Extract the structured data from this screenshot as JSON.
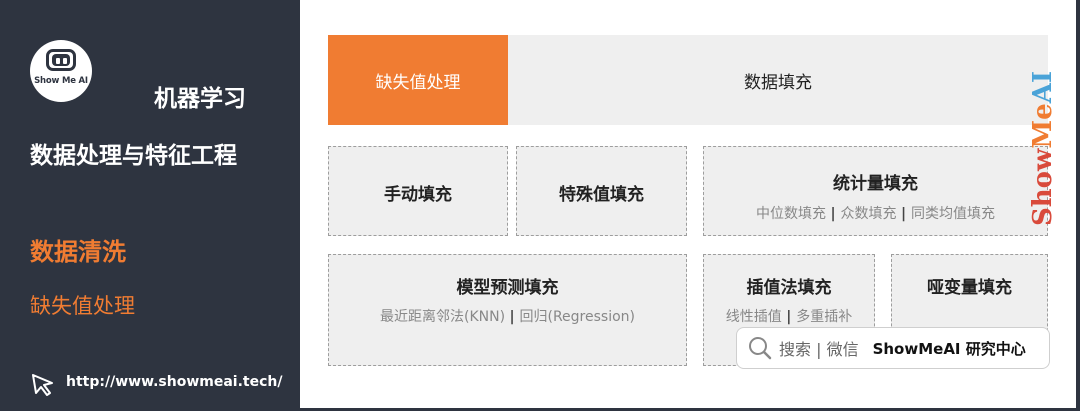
{
  "sidebar": {
    "logo_text": "Show Me AI",
    "title": "机器学习",
    "subtitle": "数据处理与特征工程",
    "section": "数据清洗",
    "subsection": "缺失值处理",
    "url": "http://www.showmeai.tech/"
  },
  "diagram": {
    "header_active": "缺失值处理",
    "header_main": "数据填充",
    "boxes": [
      {
        "title": "手动填充"
      },
      {
        "title": "特殊值填充"
      },
      {
        "title": "统计量填充",
        "items": [
          "中位数填充",
          "众数填充",
          "同类均值填充"
        ]
      },
      {
        "title": "模型预测填充",
        "items": [
          "最近距离邻法(KNN)",
          "回归(Regression)"
        ]
      },
      {
        "title": "插值法填充",
        "items": [
          "线性插值",
          "多重插补"
        ]
      },
      {
        "title": "哑变量填充"
      }
    ],
    "separator": "|"
  },
  "watermark": {
    "text": "ShowMeAI",
    "colors": [
      "#4aa3d8",
      "#f07c32",
      "#d94a3b"
    ]
  },
  "search_badge": {
    "icon": "search-icon",
    "text": "搜索 | 微信",
    "brand": "ShowMeAI 研究中心"
  },
  "colors": {
    "accent": "#f07c32",
    "panel": "#2e3440",
    "box_bg": "#efefef"
  }
}
